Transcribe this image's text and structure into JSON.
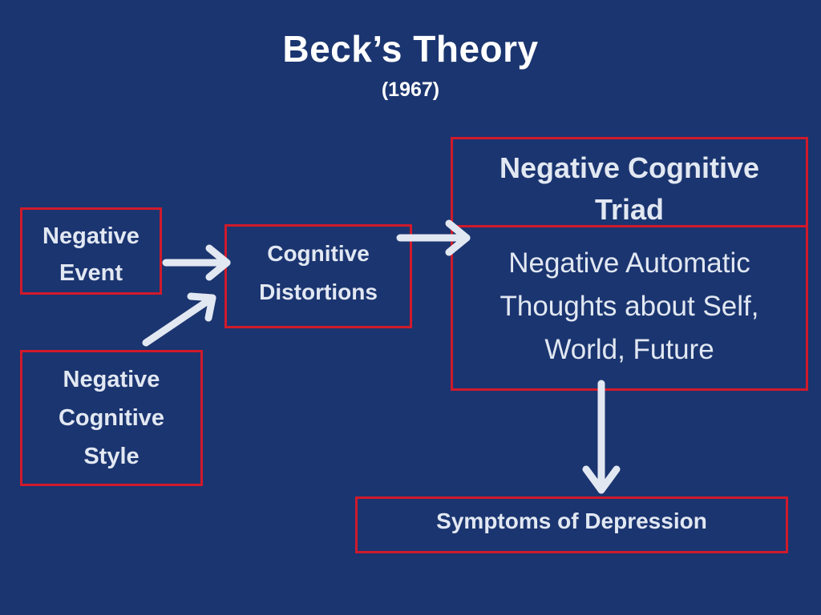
{
  "header": {
    "title": "Beck’s Theory",
    "year": "(1967)"
  },
  "boxes": {
    "negative_event": "Negative\nEvent",
    "negative_cognitive_style": "Negative\nCognitive\nStyle",
    "cognitive_distortions": "Cognitive\nDistortions",
    "negative_cognitive_triad": "Negative Cognitive\nTriad",
    "negative_automatic_thoughts": "Negative Automatic\nThoughts about Self,\nWorld, Future",
    "symptoms_of_depression": "Symptoms of Depression"
  },
  "colors": {
    "background": "#1b3570",
    "box_border": "#d01a2b",
    "arrow": "#e2e8f2"
  }
}
